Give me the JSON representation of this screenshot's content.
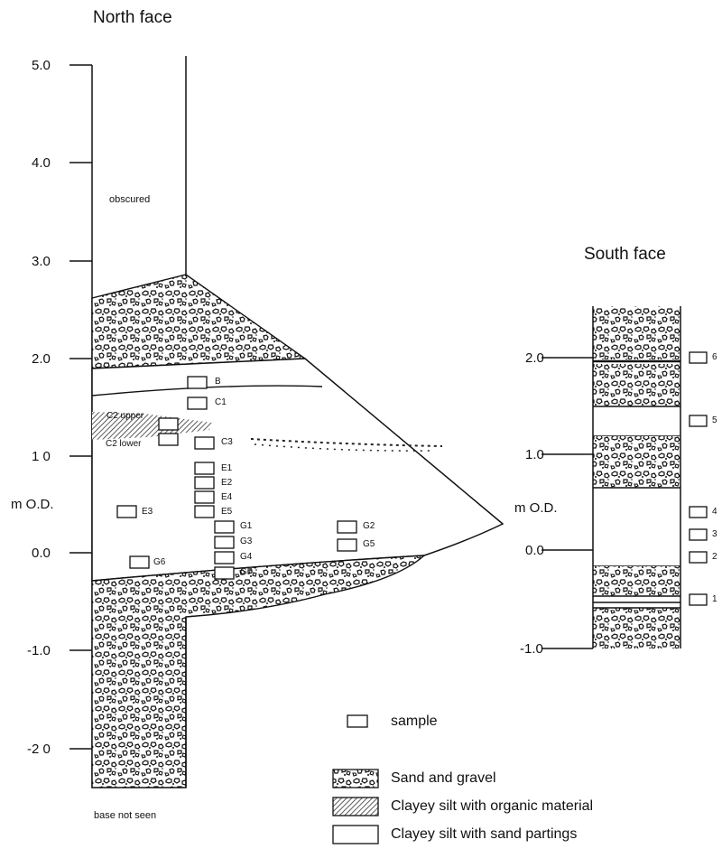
{
  "north_face": {
    "title": "North face",
    "axis_ticks": [
      "5.0",
      "4.0",
      "3.0",
      "2.0",
      "1 0",
      "0.0",
      "-1.0",
      "-2 0"
    ],
    "axis_label": "m O.D.",
    "obscured_label": "obscured",
    "base_label": "base not seen",
    "samples": [
      "B",
      "C1",
      "C2 upper",
      "C2 lower",
      "C3",
      "E1",
      "E2",
      "E4",
      "E5",
      "E3",
      "G1",
      "G3",
      "G4",
      "G7",
      "G2",
      "G5",
      "G6"
    ]
  },
  "south_face": {
    "title": "South face",
    "axis_ticks": [
      "2.0",
      "1.0",
      "0.0",
      "-1.0"
    ],
    "axis_label": "m O.D.",
    "samples": [
      "6",
      "5",
      "4",
      "3",
      "2",
      "1"
    ]
  },
  "legend": {
    "items": [
      {
        "key": "sample",
        "label": "sample"
      },
      {
        "key": "gravel",
        "label": "Sand and gravel"
      },
      {
        "key": "organic",
        "label": "Clayey silt with organic material"
      },
      {
        "key": "silt",
        "label": "Clayey silt with sand partings"
      }
    ]
  },
  "colors": {
    "ink": "#111111",
    "background": "#ffffff"
  }
}
